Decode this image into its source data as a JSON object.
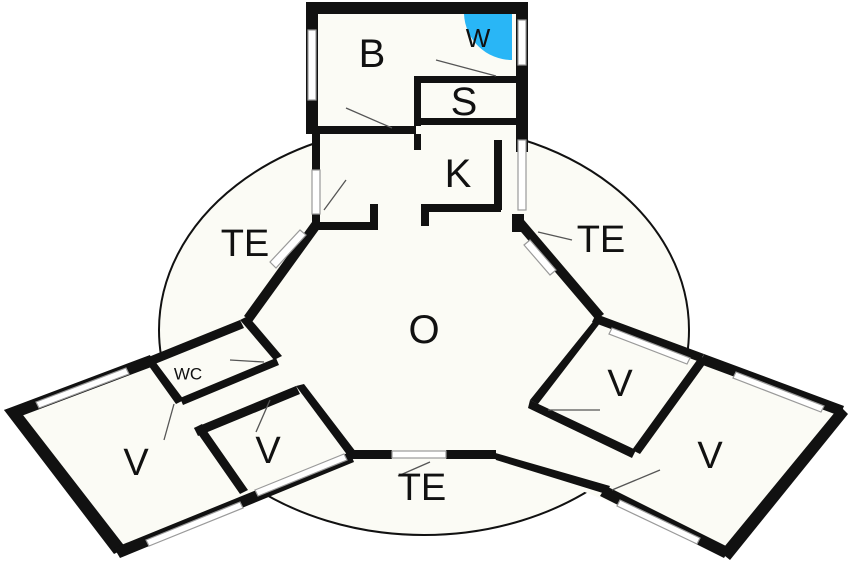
{
  "rooms": {
    "bedroom": "B",
    "wardrobe": "W",
    "shower": "S",
    "kitchen": "K",
    "living": "O",
    "wc": "WC",
    "room_left_outer": "V",
    "room_left_inner": "V",
    "room_right_inner": "V",
    "room_right_outer": "V"
  },
  "terraces": {
    "left": "TE",
    "right": "TE",
    "bottom": "TE"
  },
  "colors": {
    "wall": "#111111",
    "floor": "#fbfbf5",
    "wardrobe_accent": "#29b6f6",
    "window": "#ffffff"
  }
}
